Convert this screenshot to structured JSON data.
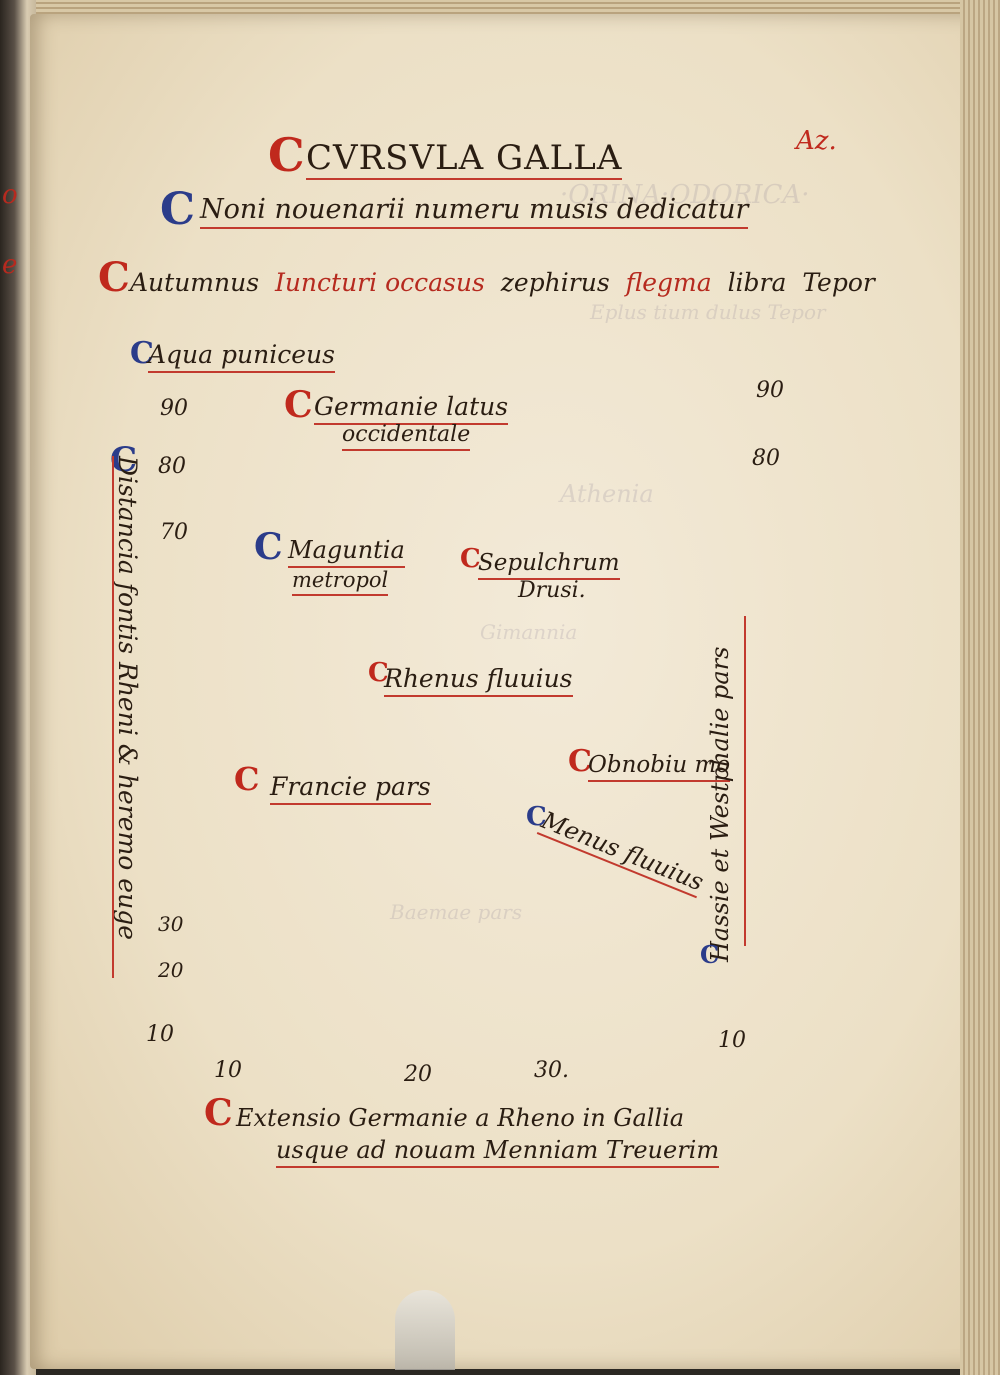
{
  "folio": "Az.",
  "heading": "CVRSVLA GALLA",
  "line1": "Noni nouenarii numeru musis dedicatur",
  "line2": {
    "a": "Autumnus",
    "b": "Iuncturi occasus",
    "c": "zephirus",
    "d": "flegma",
    "e": "libra",
    "f": "Tepor"
  },
  "line3": "Aqua puniceus",
  "map": {
    "tick_left_90": "90",
    "tick_left_80": "80",
    "tick_left_70": "70",
    "tick_left_30": "30",
    "tick_left_20": "20",
    "tick_left_10": "10",
    "tick_right_90": "90",
    "tick_right_80": "80",
    "tick_right_10": "10",
    "tick_bottom_10": "10",
    "tick_bottom_20": "20",
    "tick_bottom_30": "30.",
    "germania_1": "Germanie latus",
    "germania_2": "occidentale",
    "maguntia_1": "Maguntia",
    "maguntia_2": "metropol",
    "sepulchrum_1": "Sepulchrum",
    "sepulchrum_2": "Drusi.",
    "rhenus": "Rhenus fluuius",
    "francie": "Francie pars",
    "obnobius": "Obnobiu mo",
    "menus": "Menus fluuius",
    "left_vertical": "Distancia fontis Rheni & heremo euge",
    "right_vertical": "Hassie et Westphalie pars"
  },
  "footer_1": "Extensio Germanie a Rheno in Gallia",
  "footer_2": "usque ad nouam Menniam Treuerim",
  "colors": {
    "rubric_red": "#c0291d",
    "rubric_blue": "#2b3c8a",
    "ink": "#2a1d12",
    "parchment": "#f0e6d0"
  }
}
